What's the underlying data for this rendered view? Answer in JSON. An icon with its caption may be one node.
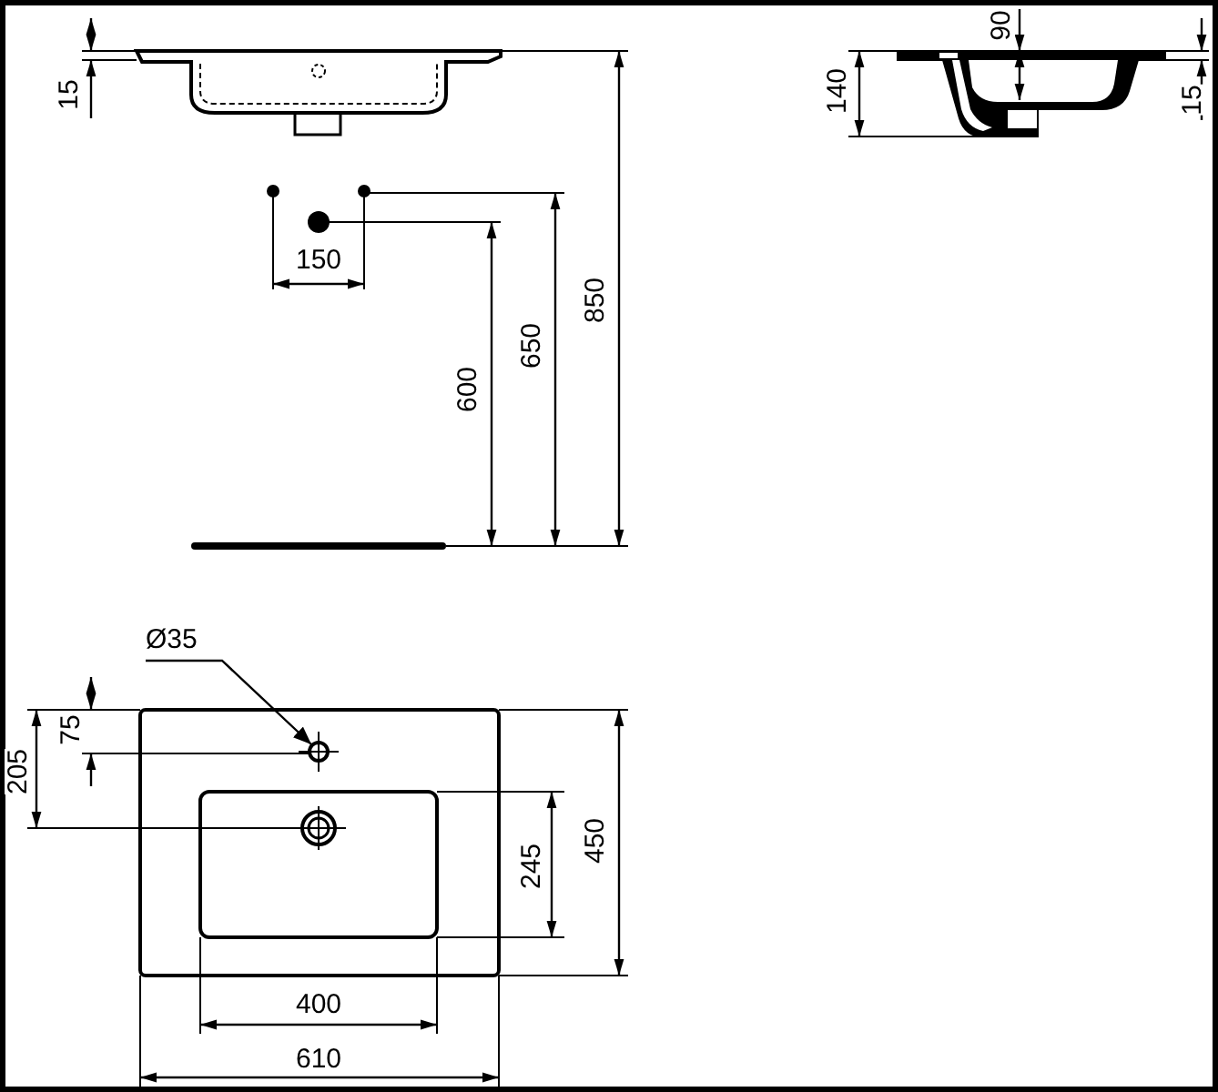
{
  "diagram": {
    "nodes": [
      {
        "text": [
          "Ø35"
        ]
      },
      {
        "text": [],
        "shape": "circle"
      }
    ],
    "edges": [
      {
        "from": 0,
        "to": 1,
        "arrow": "to"
      }
    ],
    "labels": [
      "15",
      "90",
      "140",
      "15",
      "150",
      "850",
      "650",
      "600",
      "75",
      "205",
      "245",
      "450",
      "400",
      "610"
    ]
  }
}
